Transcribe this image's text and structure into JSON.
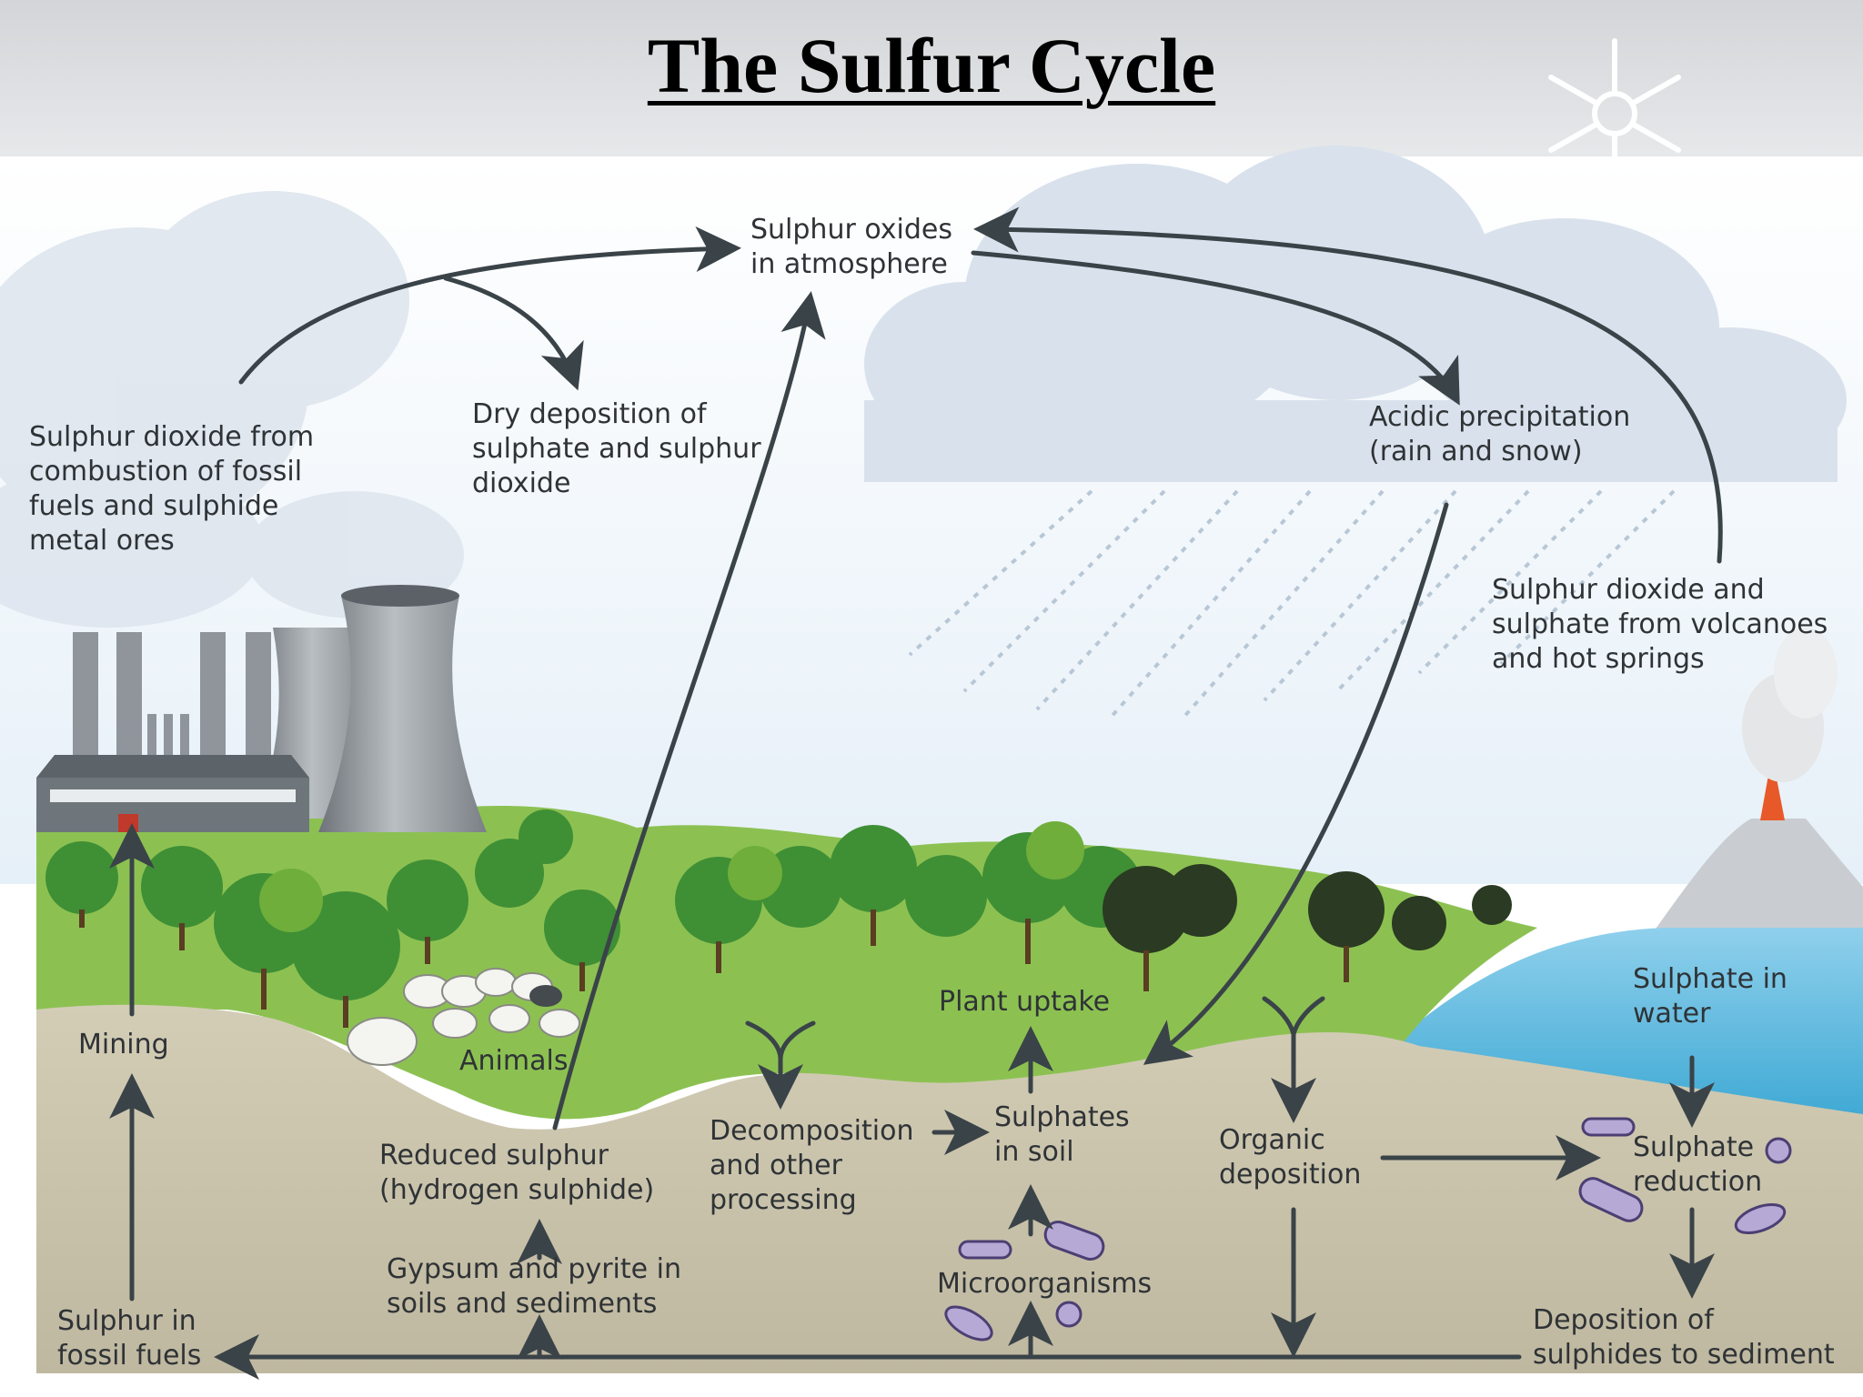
{
  "title": "The Sulfur Cycle",
  "icons": {
    "decoration": "snowflake-icon"
  },
  "colors": {
    "arrow": "#3a4348",
    "sky": "#eef4fa",
    "grass": "#8cc152",
    "soil": "#c9c3ac",
    "water": "#5bb8dc"
  },
  "labels": {
    "atmosphere": [
      "Sulphur oxides",
      "in atmosphere"
    ],
    "combustion": [
      "Sulphur dioxide from",
      "combustion of fossil",
      "fuels and sulphide",
      "metal ores"
    ],
    "dry_deposition": [
      "Dry deposition of",
      "sulphate and sulphur",
      "dioxide"
    ],
    "acidic": [
      "Acidic precipitation",
      "(rain and snow)"
    ],
    "volcano": [
      "Sulphur dioxide and",
      "sulphate from volcanoes",
      "and hot springs"
    ],
    "mining": [
      "Mining"
    ],
    "animals": [
      "Animals"
    ],
    "plant_uptake": [
      "Plant uptake"
    ],
    "water": [
      "Sulphate in",
      "water"
    ],
    "decomposition": [
      "Decomposition",
      "and other",
      "processing"
    ],
    "sulphates_soil": [
      "Sulphates",
      "in soil"
    ],
    "organic": [
      "Organic",
      "deposition"
    ],
    "reduction": [
      "Sulphate",
      "reduction"
    ],
    "reduced": [
      "Reduced sulphur",
      "(hydrogen sulphide)"
    ],
    "gypsum": [
      "Gypsum and pyrite in",
      "soils and sediments"
    ],
    "microorganisms": [
      "Microorganisms"
    ],
    "fossil": [
      "Sulphur in",
      "fossil fuels"
    ],
    "sediment": [
      "Deposition of",
      "sulphides to sediment"
    ]
  }
}
